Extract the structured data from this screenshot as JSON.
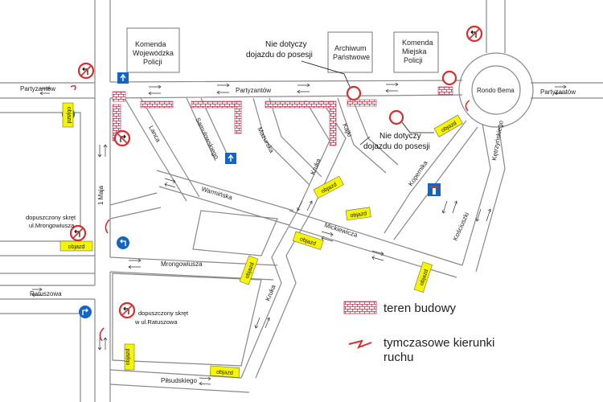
{
  "buildings": {
    "komenda_wojewodzka": [
      "Komenda",
      "Wojewódzka",
      "Policji"
    ],
    "archiwum": [
      "Archiwum",
      "Państwowe"
    ],
    "komenda_miejska": [
      "Komenda",
      "Miejska",
      "Policji"
    ]
  },
  "callouts": {
    "top": [
      "Nie dotyczy",
      "dojazdu do posesji"
    ],
    "mid": [
      "Nie dotyczy",
      "dojazdu do posesji"
    ]
  },
  "streets": {
    "partyzantow_left": "Partyzantów",
    "partyzantow_mid": "Partyzantów",
    "partyzantow_right": "Partyzantów",
    "rondo": "Rondo Bema",
    "jednego_maja": "1 Maja",
    "lanca": "Lanca",
    "samulowskiego": "Samulowskiego",
    "mazurska": "Mazurska",
    "kajki": "Kajki",
    "warminska": "Warmińska",
    "kruka_top": "Kruka",
    "kruka_bottom": "Kruka",
    "kopernika": "Kopernika",
    "ketrzynskiego": "Kętrzyńskiego",
    "kosciuszki": "Kościuszki",
    "mickiewicza": "Mickiewicza",
    "mrongowiusza": "Mrongowiusza",
    "ratuszowa": "Ratuszowa",
    "pilsudskiego": "Piłsudskiego"
  },
  "notes": {
    "skret_mrongowiusza": [
      "dopuszczony skręt",
      "ul.Mrongowiusza"
    ],
    "skret_ratuszowa": [
      "dopuszczony skręt",
      "w ul.Ratuszowa"
    ]
  },
  "detour_label": "objazd",
  "legend": {
    "construction": "teren budowy",
    "temporary": [
      "tymczasowe kierunki",
      "ruchu"
    ]
  },
  "colors": {
    "sign_yellow": "#f5f500",
    "sign_blue": "#1565c0",
    "prohibit_red": "#d32f2f",
    "construction": "#c0304a"
  },
  "icons": [
    "no-entry-sign",
    "no-left-turn-sign",
    "no-right-turn-sign",
    "one-way-sign",
    "turn-arrow-sign",
    "dead-end-sign",
    "detour-sign",
    "temporary-direction-arrow"
  ]
}
